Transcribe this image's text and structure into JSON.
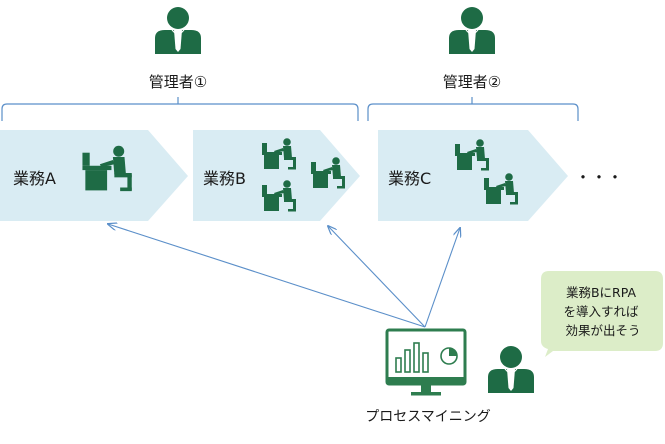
{
  "managers": [
    {
      "label": "管理者①"
    },
    {
      "label": "管理者②"
    }
  ],
  "processes": [
    {
      "label": "業務A",
      "workers": 1
    },
    {
      "label": "業務B",
      "workers": 3
    },
    {
      "label": "業務C",
      "workers": 2
    }
  ],
  "continuation": "・・・",
  "tool": {
    "label": "プロセスマイニング"
  },
  "speech_bubble": {
    "lines": [
      "業務BにRPA",
      "を導入すれば",
      "効果が出そう"
    ]
  },
  "colors": {
    "person": "#1e6b45",
    "chevron_fill": "#d9ecf3",
    "bracket": "#5b8fc9",
    "arrow": "#5b8fc9",
    "bubble_fill": "#dcedc8",
    "monitor": "#2e7d4f"
  }
}
